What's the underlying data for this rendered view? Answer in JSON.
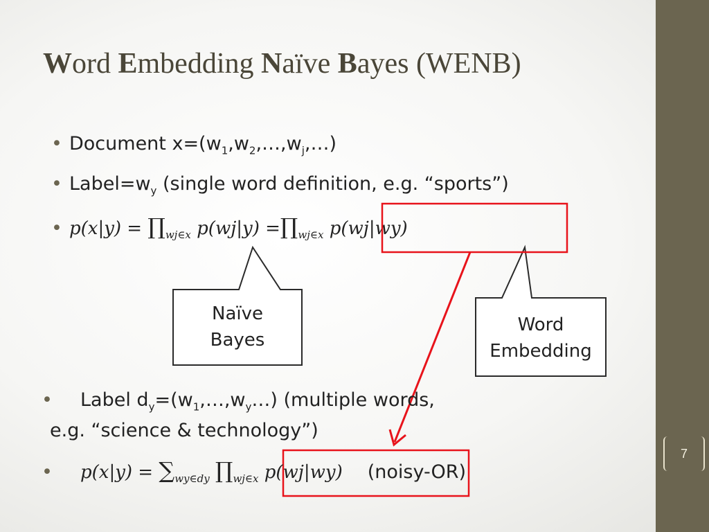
{
  "title": {
    "w1_cap": "W",
    "w1_rest": "ord ",
    "w2_cap": "E",
    "w2_rest": "mbedding ",
    "w3_cap": "N",
    "w3_rest": "aïve ",
    "w4_cap": "B",
    "w4_rest": "ayes (WENB)"
  },
  "bullet_1": {
    "prefix": "Document x=(w",
    "s1": "1",
    "m1": ",w",
    "s2": "2",
    "m2": ",…,w",
    "s3": "j",
    "suffix": ",…)"
  },
  "bullet_2": {
    "prefix": "Label=w",
    "sub": "y",
    "suffix": " (single word definition, e.g. “sports”)"
  },
  "bullet_3": {
    "lhs": "p(x|y) = ",
    "prod": "∏",
    "prod_sub": "wj∈x",
    "term1": " p(wj|y)",
    "eq": "  =",
    "prod_sub2": "wj∈x",
    "term2": " p(wj|wy)"
  },
  "callouts": {
    "naive_bayes": [
      "Naïve",
      "Bayes"
    ],
    "word_embedding": [
      "Word",
      "Embedding"
    ]
  },
  "bullet_4": {
    "prefix": "Label d",
    "sub1": "y",
    "mid1": "=(w",
    "sub2": "1",
    "mid2": ",…,w",
    "sub3": "y",
    "suffix": "…) (multiple words,",
    "line2": "e.g. “science & technology”)"
  },
  "bullet_5": {
    "lhs": "p(x|y) = ",
    "sum": "∑",
    "sum_sub": "wy∈dy",
    "prod": "∏",
    "prod_sub": "wj∈x",
    "term": " p(wj|wy)",
    "note": "(noisy-OR)"
  },
  "bullet_symbol": "•",
  "slide_number": "7",
  "colors": {
    "accent": "#6b6550",
    "highlight": "#e8131b"
  }
}
